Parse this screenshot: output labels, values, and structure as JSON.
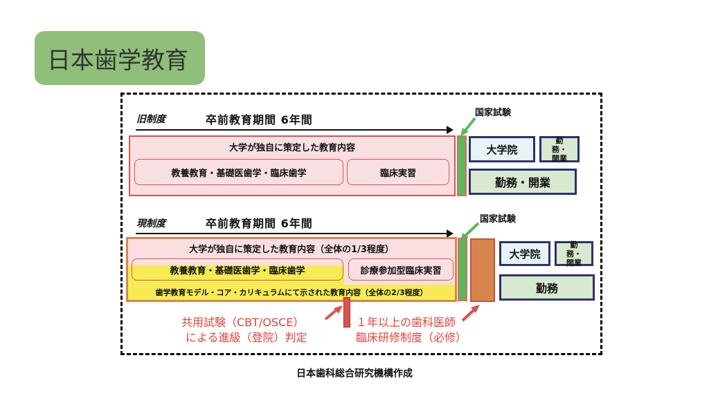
{
  "title": "日本歯学教育",
  "old": {
    "era": "旧制度",
    "period": "卒前教育期間 6年間",
    "national_exam": "国家試験",
    "program": "大学が独自に策定した教育内容",
    "subject_a": "教養教育・基礎医歯学・臨床歯学",
    "subject_b": "臨床実習",
    "grad_school": "大学院",
    "work_small": "勤務・開業",
    "work_big": "勤務・開業"
  },
  "new": {
    "era": "現制度",
    "period": "卒前教育期間 6年間",
    "national_exam": "国家試験",
    "program": "大学が独自に策定した教育内容（全体の1/3程度）",
    "subject_a": "教養教育・基礎医歯学・臨床歯学",
    "subject_b": "診療参加型臨床実習",
    "core": "歯学教育モデル・コア・カリキュラムにて示された教育内容（全体の2/3程度）",
    "grad_school": "大学院",
    "work_small": "勤務・開業",
    "work_big": "勤務"
  },
  "annotations": {
    "exam_line1": "共用試験（CBT/OSCE）",
    "exam_line2": "による進級（登院）判定",
    "training_line1": "１年以上の歯科医師",
    "training_line2": "臨床研修制度（必修）"
  },
  "source": "日本歯科総合研究機構作成",
  "colors": {
    "title_bg": "#8fbf79",
    "red_border": "#d9534f",
    "pink": "#f9dfe2",
    "green": "#5cb85c",
    "yellow": "#f5ec55",
    "orange": "#d9844f",
    "navy": "#2a3170",
    "light_blue": "#e8f3f8",
    "light_green": "#d9e9cf",
    "annotation_red": "#e0433a"
  }
}
